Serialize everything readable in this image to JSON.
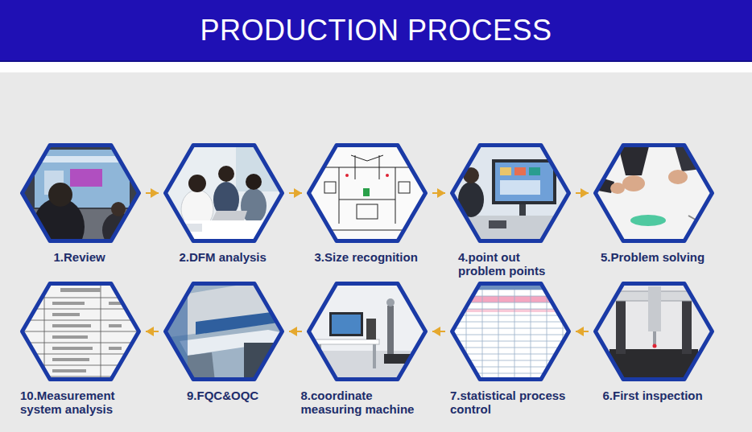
{
  "diagram": {
    "title": "PRODUCTION PROCESS",
    "nodes": [
      {
        "text": [
          "1.Review"
        ]
      },
      {
        "text": [
          "2.DFM analysis"
        ]
      },
      {
        "text": [
          "3.Size recognition"
        ]
      },
      {
        "text": [
          "4.point out problem points"
        ]
      },
      {
        "text": [
          "5.Problem solving"
        ]
      },
      {
        "text": [
          "6.First inspection"
        ]
      },
      {
        "text": [
          "7.statistical process control"
        ]
      },
      {
        "text": [
          "8.coordinate measuring machine"
        ]
      },
      {
        "text": [
          "9.FQC&OQC"
        ]
      },
      {
        "text": [
          "10.Measurement system analysis"
        ]
      }
    ],
    "edges": [
      {
        "from": 0,
        "to": 1,
        "arrow": "to"
      },
      {
        "from": 1,
        "to": 2,
        "arrow": "to"
      },
      {
        "from": 2,
        "to": 3,
        "arrow": "to"
      },
      {
        "from": 3,
        "to": 4,
        "arrow": "to"
      },
      {
        "from": 5,
        "to": 6,
        "arrow": "to"
      },
      {
        "from": 6,
        "to": 7,
        "arrow": "to"
      },
      {
        "from": 7,
        "to": 8,
        "arrow": "to"
      },
      {
        "from": 8,
        "to": 9,
        "arrow": "to"
      }
    ]
  }
}
